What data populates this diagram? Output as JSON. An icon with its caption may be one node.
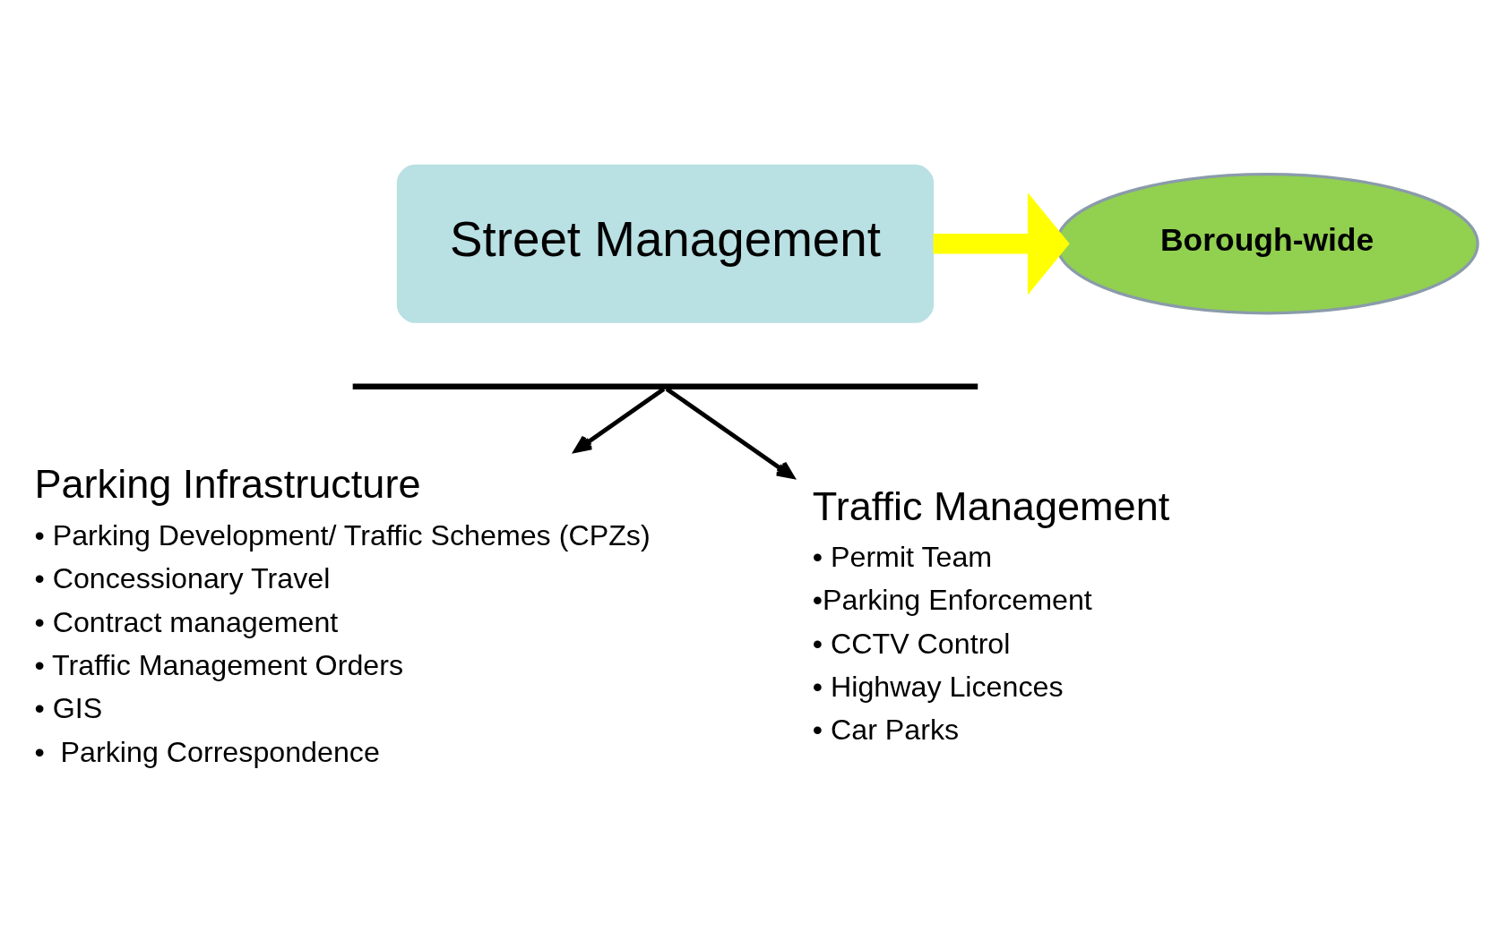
{
  "diagram": {
    "nodes": [
      {
        "text": [
          "Street Management"
        ]
      },
      {
        "text": [
          "Borough-wide"
        ]
      },
      {
        "text": [],
        "shape": "bar"
      },
      {
        "text": [
          "Parking Infrastructure",
          "• Parking Development/ Traffic Schemes (CPZs)",
          "• Concessionary Travel",
          "• Contract management",
          "• Traffic Management Orders",
          "• GIS",
          "•  Parking Correspondence"
        ]
      },
      {
        "text": [
          "Traffic Management",
          "• Permit Team",
          "•Parking Enforcement",
          "• CCTV Control",
          "• Highway Licences",
          "• Car Parks"
        ]
      }
    ],
    "edges": [
      {
        "from": 0,
        "to": 1,
        "arrow": "to",
        "style": "thick",
        "color": "#ffff00"
      },
      {
        "from": 2,
        "to": 3,
        "arrow": "to"
      },
      {
        "from": 2,
        "to": 4,
        "arrow": "to"
      }
    ]
  }
}
